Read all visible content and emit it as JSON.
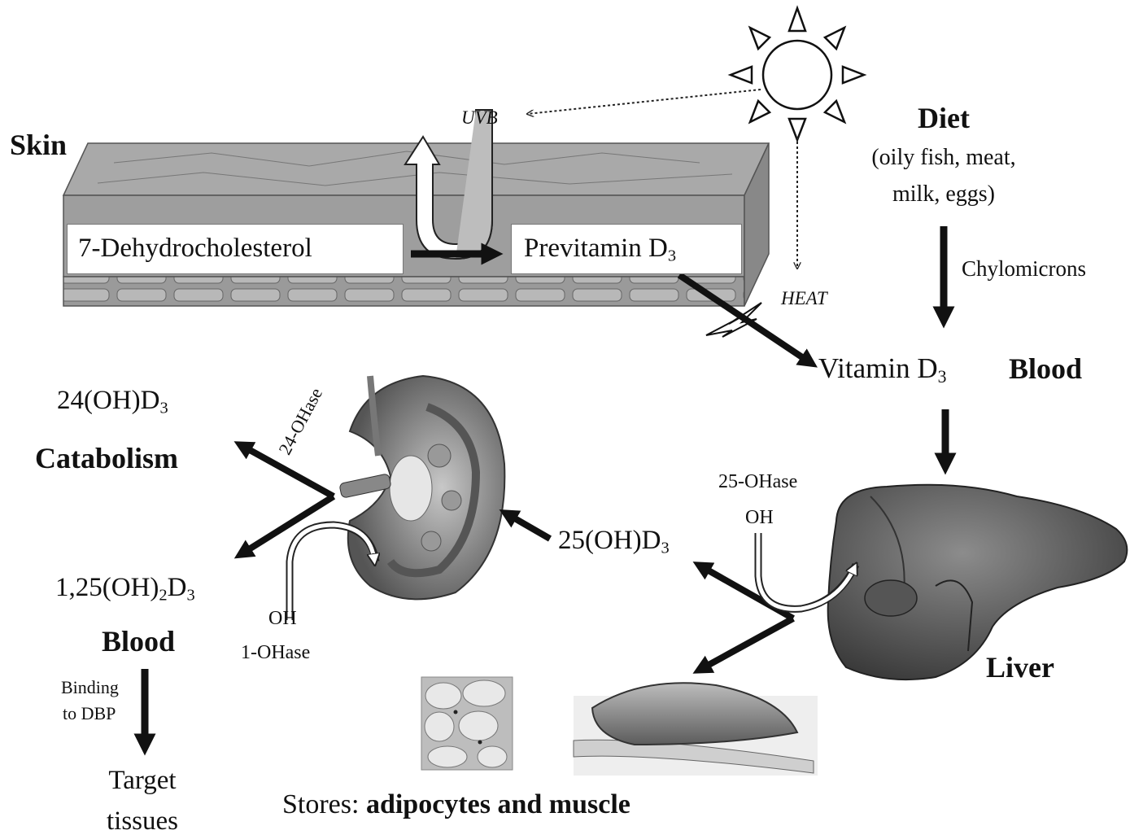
{
  "labels": {
    "skin": "Skin",
    "uvb": "UVB",
    "heat": "HEAT",
    "dehydro": "7-Dehydrocholesterol",
    "previtamin": "Previtamin D",
    "previtamin_sub": "3",
    "diet": "Diet",
    "diet_sources_1": "(oily fish, meat,",
    "diet_sources_2": "milk, eggs)",
    "chylomicrons": "Chylomicrons",
    "vitamin_d3": "Vitamin D",
    "vitamin_d3_sub": "3",
    "blood_top": "Blood",
    "ohase_24": "24-OHase",
    "oh_d3_24": "24(OH)D",
    "oh_d3_24_sub": "3",
    "catabolism": "Catabolism",
    "ohd3_25": "25(OH)D",
    "ohd3_25_sub": "3",
    "ohase_25": "25-OHase",
    "oh_liver": "OH",
    "dihydroxy_a": "1,25(OH)",
    "dihydroxy_sub1": "2",
    "dihydroxy_b": "D",
    "dihydroxy_sub2": "3",
    "oh_kidney": "OH",
    "ohase_1": "1-OHase",
    "blood_bottom": "Blood",
    "binding_1": "Binding",
    "binding_2": "to DBP",
    "target_1": "Target",
    "target_2": "tissues",
    "liver": "Liver",
    "stores_prefix": "Stores: ",
    "stores_bold": "adipocytes and muscle"
  }
}
